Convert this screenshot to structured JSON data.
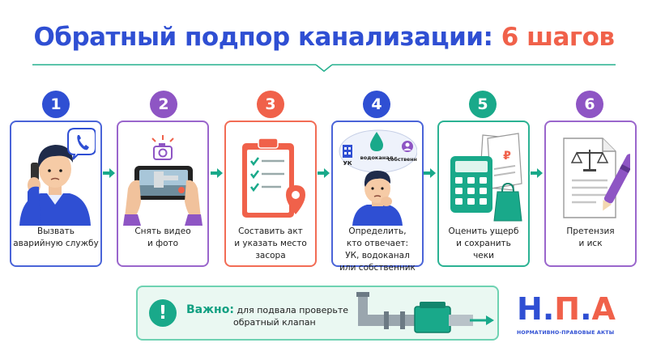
{
  "title": {
    "main": "Обратный подпор канализации: ",
    "accent": "6 шагов"
  },
  "steps": [
    {
      "number": "1",
      "color": "#2f4fd3",
      "label_lines": [
        "Вызвать",
        "аварийную службу"
      ]
    },
    {
      "number": "2",
      "color": "#8e55c4",
      "label_lines": [
        "Снять видео",
        "и фото"
      ]
    },
    {
      "number": "3",
      "color": "#f0614a",
      "label_lines": [
        "Составить акт",
        "и указать место",
        "засора"
      ]
    },
    {
      "number": "4",
      "color": "#2f4fd3",
      "label_lines": [
        "Определить,",
        "кто отвечает:",
        "УК, водоканал",
        "или собственник"
      ],
      "bubbles": {
        "uk": "УК",
        "vodokanal": "водоканал",
        "owner": "собственник"
      }
    },
    {
      "number": "5",
      "color": "#19a98a",
      "label_lines": [
        "Оценить ущерб",
        "и сохранить",
        "чеки"
      ],
      "currency": "₽"
    },
    {
      "number": "6",
      "color": "#8e55c4",
      "label_lines": [
        "Претензия",
        "и иск"
      ]
    }
  ],
  "notice": {
    "icon": "!",
    "heading": "Важно:",
    "line1": "для подвала проверьте",
    "line2": "обратный клапан"
  },
  "logo": {
    "letters": [
      "Н",
      ".",
      "П",
      ".",
      "А"
    ],
    "subtitle": "НОРМАТИВНО-ПРАВОВЫЕ АКТЫ"
  },
  "colors": {
    "blue": "#2f4fd3",
    "purple": "#8e55c4",
    "coral": "#f0614a",
    "teal": "#19a98a",
    "arrow": "#19a98a"
  }
}
